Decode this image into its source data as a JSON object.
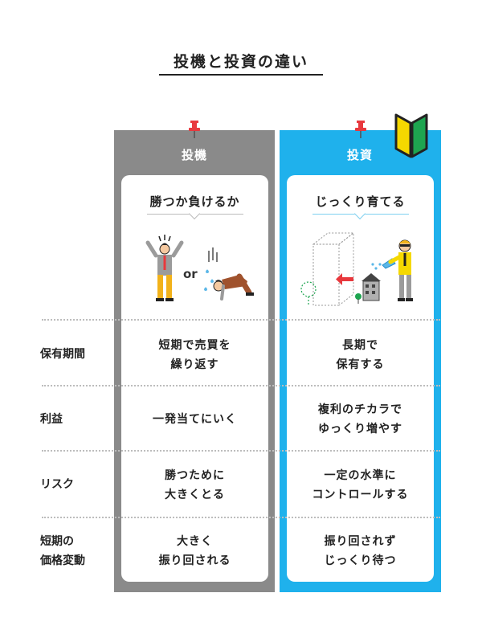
{
  "title": "投機と投資の違い",
  "columns": [
    {
      "header": "投機",
      "heading": "勝つか負けるか",
      "or_text": "or",
      "color": "#8a8a8a"
    },
    {
      "header": "投資",
      "heading": "じっくり育てる",
      "color": "#1fb1ec"
    }
  ],
  "rows": [
    {
      "label": [
        "保有期間"
      ],
      "speculation": [
        "短期で売買を",
        "繰り返す"
      ],
      "investment": [
        "長期で",
        "保有する"
      ]
    },
    {
      "label": [
        "利益"
      ],
      "speculation": [
        "一発当てにいく"
      ],
      "investment": [
        "複利のチカラで",
        "ゆっくり増やす"
      ]
    },
    {
      "label": [
        "リスク"
      ],
      "speculation": [
        "勝つために",
        "大きくとる"
      ],
      "investment": [
        "一定の水準に",
        "コントロールする"
      ]
    },
    {
      "label": [
        "短期の",
        "価格変動"
      ],
      "speculation": [
        "大きく",
        "振り回される"
      ],
      "investment": [
        "振り回されず",
        "じっくり待つ"
      ]
    }
  ],
  "icons": {
    "pin": "pushpin-icon",
    "beginner": "beginner-mark-icon"
  },
  "colors": {
    "pin": "#e8383d",
    "beginner_green": "#1ea550",
    "beginner_yellow": "#f5d800"
  }
}
